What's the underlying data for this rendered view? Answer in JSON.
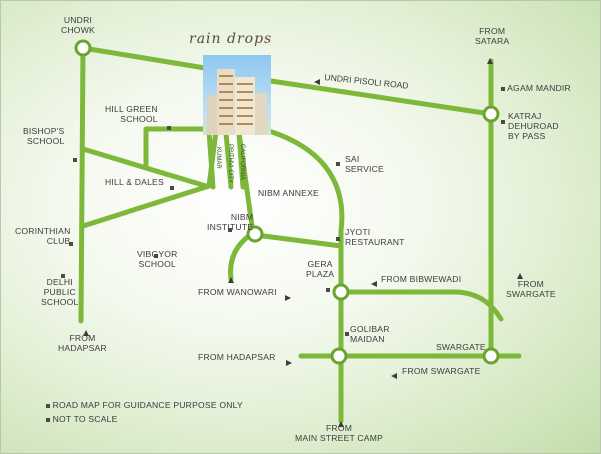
{
  "title": "rain drops",
  "colors": {
    "road": "#7db83a",
    "junction_fill": "#ffffff",
    "junction_stroke": "#6aa42e",
    "text": "#3c3c3c"
  },
  "labels": {
    "undri_chowk": "UNDRI\nCHOWK",
    "from_satara": "FROM\nSATARA",
    "undri_pisoli_road": "UNDRI PISOLI ROAD",
    "agam_mandir": "AGAM MANDIR",
    "katraj_dehuroad": "KATRAJ\nDEHUROAD\nBY PASS",
    "hill_green_school": "HILL GREEN\nSCHOOL",
    "bishops_school": "BISHOP'S\nSCHOOL",
    "hill_dales": "HILL & DALES",
    "sai_service": "SAI\nSERVICE",
    "nibm_annexe": "NIBM ANNEXE",
    "nibm_institute": "NIBM\nINSTITUTE",
    "jyoti_restaurant": "JYOTI\nRESTAURANT",
    "corinthian_club": "CORINTHIAN\nCLUB",
    "vibgyor_school": "VIBGYOR\nSCHOOL",
    "delhi_public_school": "DELHI\nPUBLIC\nSCHOOL",
    "gera_plaza": "GERA\nPLAZA",
    "from_wanowari": "FROM WANOWARI",
    "from_bibwewadi": "FROM BIBWEWADI",
    "from_swargate_right": "FROM\nSWARGATE",
    "from_hadapsar_left": "FROM\nHADAPSAR",
    "golibar_maidan": "GOLIBAR\nMAIDAN",
    "swargate": "SWARGATE",
    "from_hadapsar": "FROM HADAPSAR",
    "from_swargate": "FROM SWARGATE",
    "from_main_street_camp": "FROM\nMAIN STREET CAMP",
    "street_kumar": "KUMAR",
    "street_prithvi": "PRITHVI CITY",
    "street_california": "CALIFORNIA"
  },
  "notes": [
    "ROAD MAP FOR GUIDANCE PURPOSE ONLY",
    "NOT TO SCALE"
  ]
}
